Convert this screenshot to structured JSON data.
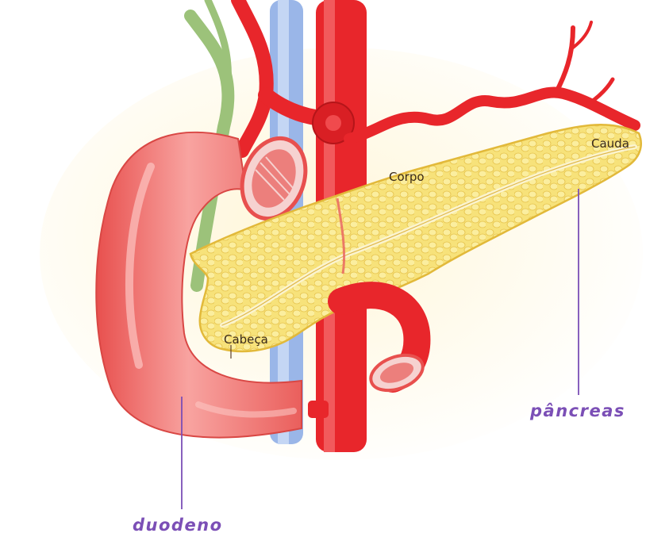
{
  "labels": {
    "corpo": "Corpo",
    "cauda": "Cauda",
    "cabeca": "Cabeça",
    "pancreas": "pâncreas",
    "duodeno": "duodeno"
  },
  "colors": {
    "artery": "#e8262b",
    "duodenum": "#f27c78",
    "pancreas": "#f7e27a",
    "vein": "#9ab6e8",
    "bile_duct": "#9cc27a",
    "label_accent": "#7b4fb6"
  }
}
